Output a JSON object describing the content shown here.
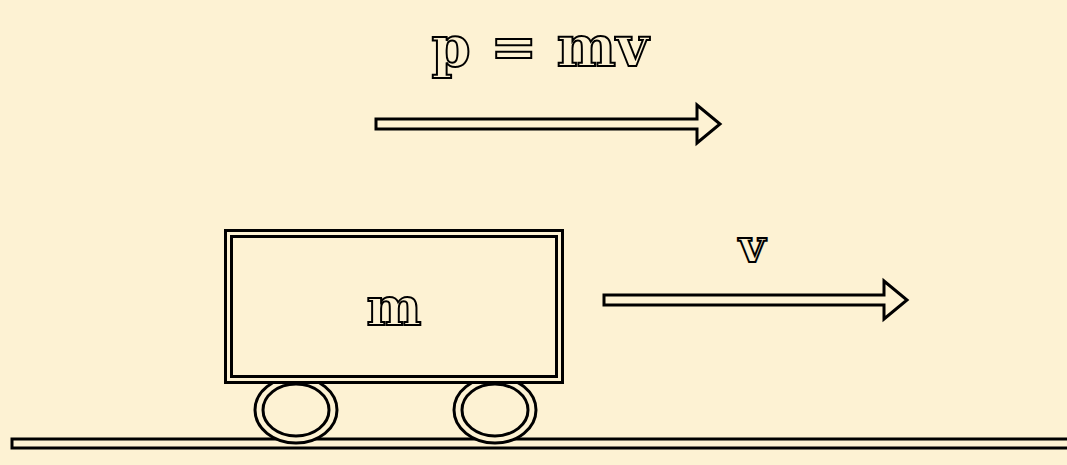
{
  "diagram": {
    "nodes": [
      {
        "text": [
          "m"
        ]
      }
    ],
    "labels": [
      "p = mv",
      "v"
    ]
  }
}
